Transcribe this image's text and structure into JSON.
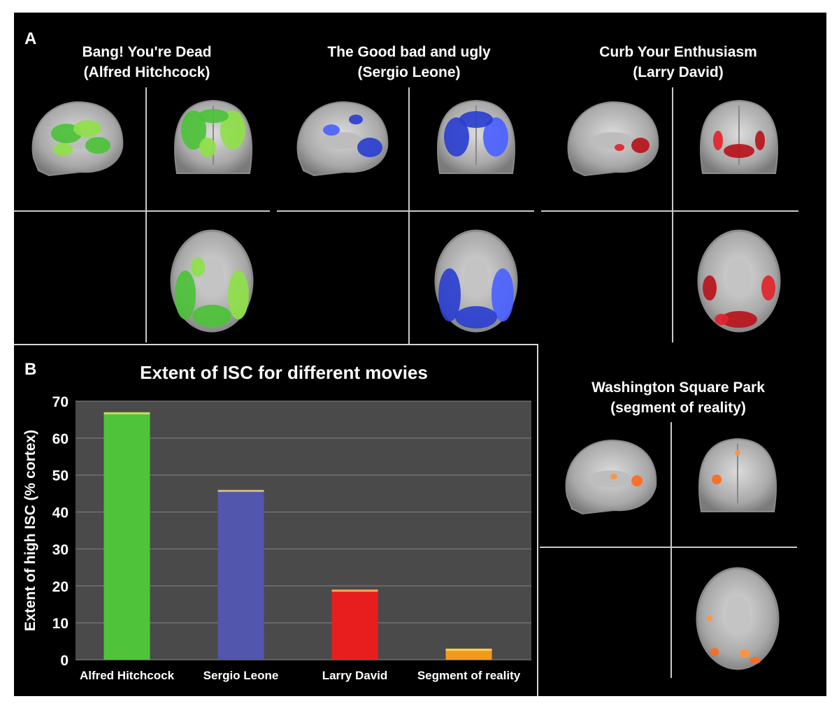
{
  "panel_a_label": "A",
  "panel_b_label": "B",
  "movies": [
    {
      "line1": "Bang! You're Dead",
      "line2": "(Alfred Hitchcock)",
      "color": "#4cc23a",
      "highlight": "#8fe04a"
    },
    {
      "line1": "The Good  bad and ugly",
      "line2": "(Sergio Leone)",
      "color": "#2a3fd0",
      "highlight": "#4b62ff"
    },
    {
      "line1": "Curb Your Enthusiasm",
      "line2": "(Larry David)",
      "color": "#b8141c",
      "highlight": "#e0252d"
    },
    {
      "line1": "Washington Square Park",
      "line2": "(segment of reality)",
      "color": "#ff6a1a",
      "highlight": "#ff9340"
    }
  ],
  "chart_data": {
    "type": "bar",
    "title": "Extent of ISC for different movies",
    "ylabel": "Extent of high ISC (% cortex)",
    "xlabel": "",
    "categories": [
      "Alfred Hitchcock",
      "Sergio Leone",
      "Larry David",
      "Segment of reality"
    ],
    "values": [
      67,
      46,
      19,
      3
    ],
    "colors": [
      "#4fc43a",
      "#5256ad",
      "#e81e1e",
      "#f39a1d"
    ],
    "ylim": [
      0,
      70
    ],
    "yticks": [
      "0",
      "10",
      "20",
      "30",
      "40",
      "50",
      "60",
      "70"
    ],
    "grid": true,
    "plot_background": "#4a4a4a"
  }
}
